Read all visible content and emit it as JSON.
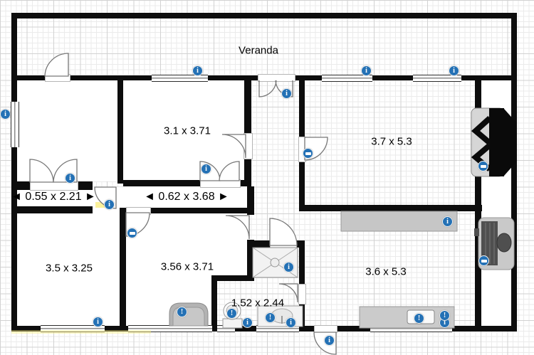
{
  "labels": {
    "veranda": "Veranda",
    "room_3_1": "3.1 x 3.71",
    "room_3_7": "3.7 x 5.3",
    "corridor_small": "◄ 0.55 x 2.21 ►",
    "corridor_long": "◄ 0.62 x 3.68 ►",
    "room_3_5": "3.5 x 3.25",
    "room_3_56": "3.56 x 3.71",
    "bathroom": "1.52 x 2.44",
    "room_3_6": "3.6 x 5.3"
  },
  "icons": {
    "info_glyph": "i",
    "alert_glyph": "!"
  },
  "rooms": [
    {
      "name": "veranda",
      "dimensions": "Veranda"
    },
    {
      "name": "bedroom-top-center",
      "dimensions": "3.1 x 3.71"
    },
    {
      "name": "living-room",
      "dimensions": "3.7 x 5.3"
    },
    {
      "name": "closet-corridor",
      "dimensions": "0.55 x 2.21"
    },
    {
      "name": "hall-corridor",
      "dimensions": "0.62 x 3.68"
    },
    {
      "name": "bedroom-bottom-left",
      "dimensions": "3.5 x 3.25"
    },
    {
      "name": "bedroom-bottom-center",
      "dimensions": "3.56 x 3.71"
    },
    {
      "name": "bathroom",
      "dimensions": "1.52 x 2.44"
    },
    {
      "name": "kitchen",
      "dimensions": "3.6 x 5.3"
    }
  ],
  "colors": {
    "wall": "#0d0d0d",
    "icon_blue": "#2471b5",
    "furniture_gray": "#c9c9c9",
    "highlight_yellow": "#faee82"
  }
}
